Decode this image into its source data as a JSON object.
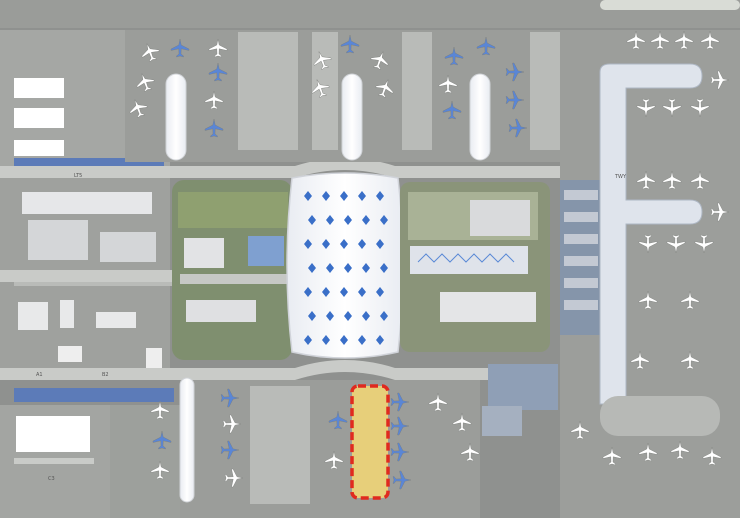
{
  "map": {
    "type": "airport master plan",
    "highlighted_feature": "south pier (dashed red outline)",
    "labels": {
      "north_road": "LT5",
      "east_road": "TWY",
      "lot_a": "A1",
      "lot_b": "B2",
      "lot_c": "C3"
    }
  },
  "colors": {
    "ground": "#8f918f",
    "taxiway_light": "#c9cbc8",
    "apron": "#b7b9b6",
    "terminal_white": "#f3f4f6",
    "terminal_blue": "#3a6fc8",
    "water": "#5c7bb8",
    "green": "#8fa070",
    "highlight": "#e02a1f",
    "highlight_fill": "#e7cf7a"
  }
}
